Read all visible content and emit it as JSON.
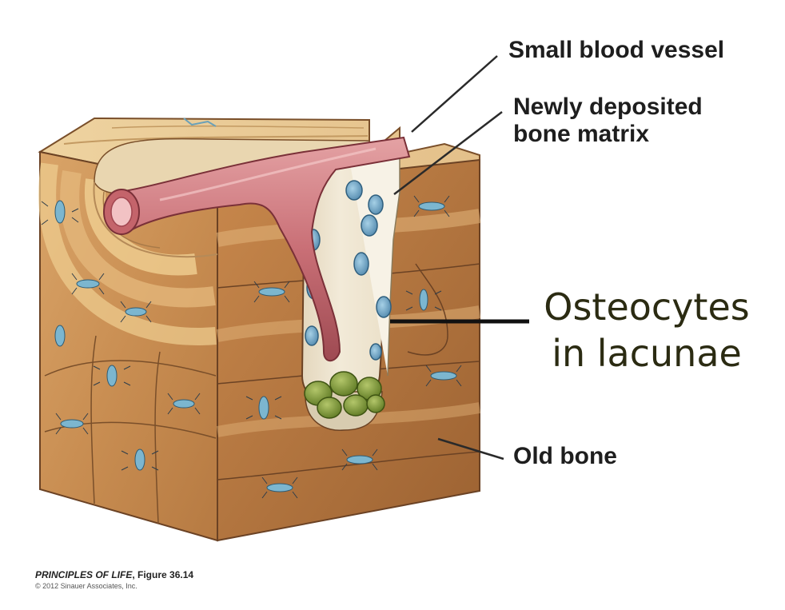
{
  "labels": {
    "small_blood_vessel": "Small blood vessel",
    "newly_deposited_line1": "Newly deposited",
    "newly_deposited_line2": "bone matrix",
    "osteocytes_line1": "Osteocytes",
    "osteocytes_line2": "in lacunae",
    "old_bone": "Old bone"
  },
  "credit": {
    "title": "PRINCIPLES OF LIFE",
    "figure": ", Figure 36.14",
    "copyright": "© 2012 Sinauer Associates, Inc."
  },
  "colors": {
    "bone_light": "#e8c48a",
    "bone_mid": "#d49a5c",
    "bone_dark": "#a86a38",
    "vessel": "#c9747a",
    "lacuna": "#6fa8c8",
    "cells": "#7e9a3a",
    "label_green": "#2b2b12"
  }
}
